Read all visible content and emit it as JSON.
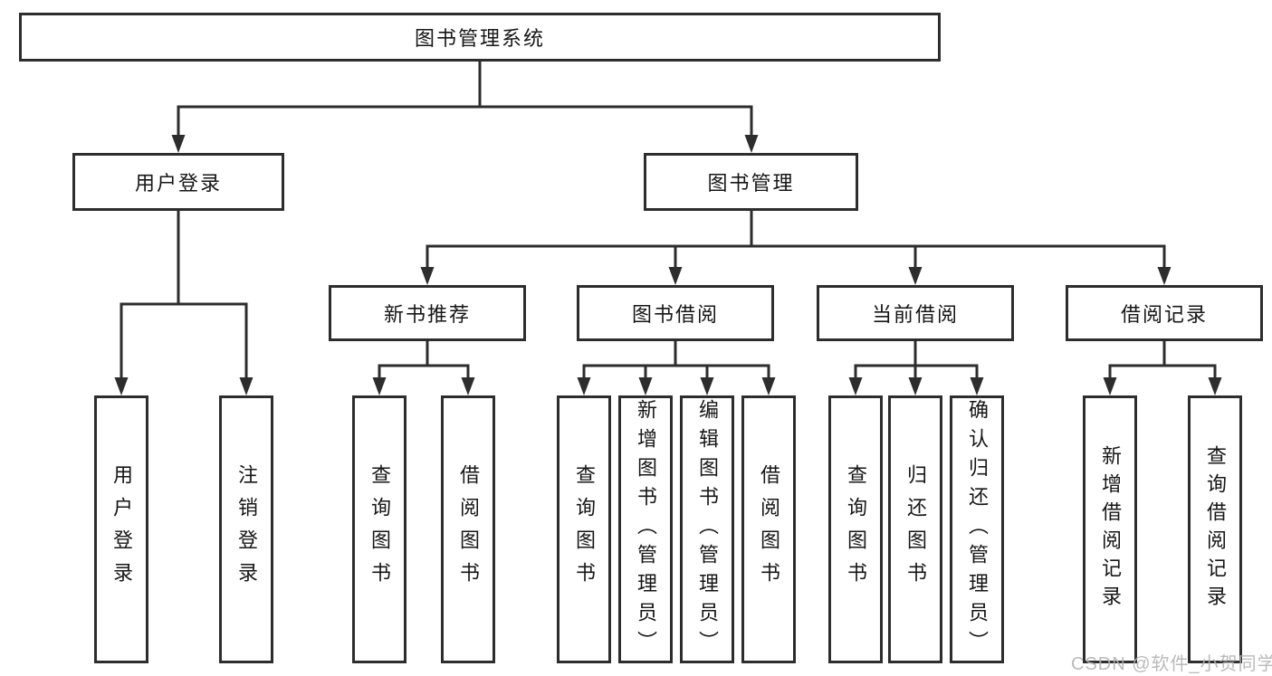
{
  "diagram": {
    "title": "图书管理系统",
    "branches": [
      {
        "label": "用户登录",
        "children": [
          {
            "label": "用户登录"
          },
          {
            "label": "注销登录"
          }
        ]
      },
      {
        "label": "图书管理",
        "children": [
          {
            "label": "新书推荐",
            "children": [
              {
                "label": "查询图书"
              },
              {
                "label": "借阅图书"
              }
            ]
          },
          {
            "label": "图书借阅",
            "children": [
              {
                "label": "查询图书"
              },
              {
                "label": "新增图书（管理员）"
              },
              {
                "label": "编辑图书（管理员）"
              },
              {
                "label": "借阅图书"
              }
            ]
          },
          {
            "label": "当前借阅",
            "children": [
              {
                "label": "查询图书"
              },
              {
                "label": "归还图书"
              },
              {
                "label": "确认归还（管理员）"
              }
            ]
          },
          {
            "label": "借阅记录",
            "children": [
              {
                "label": "新增借阅记录"
              },
              {
                "label": "查询借阅记录"
              }
            ]
          }
        ]
      }
    ]
  },
  "watermark": {
    "text": "CSDN @软件_小贺同学"
  },
  "colors": {
    "line": "#2d2d2d",
    "text": "#161616",
    "background": "#ffffff",
    "watermark": "#b3b3b3"
  }
}
